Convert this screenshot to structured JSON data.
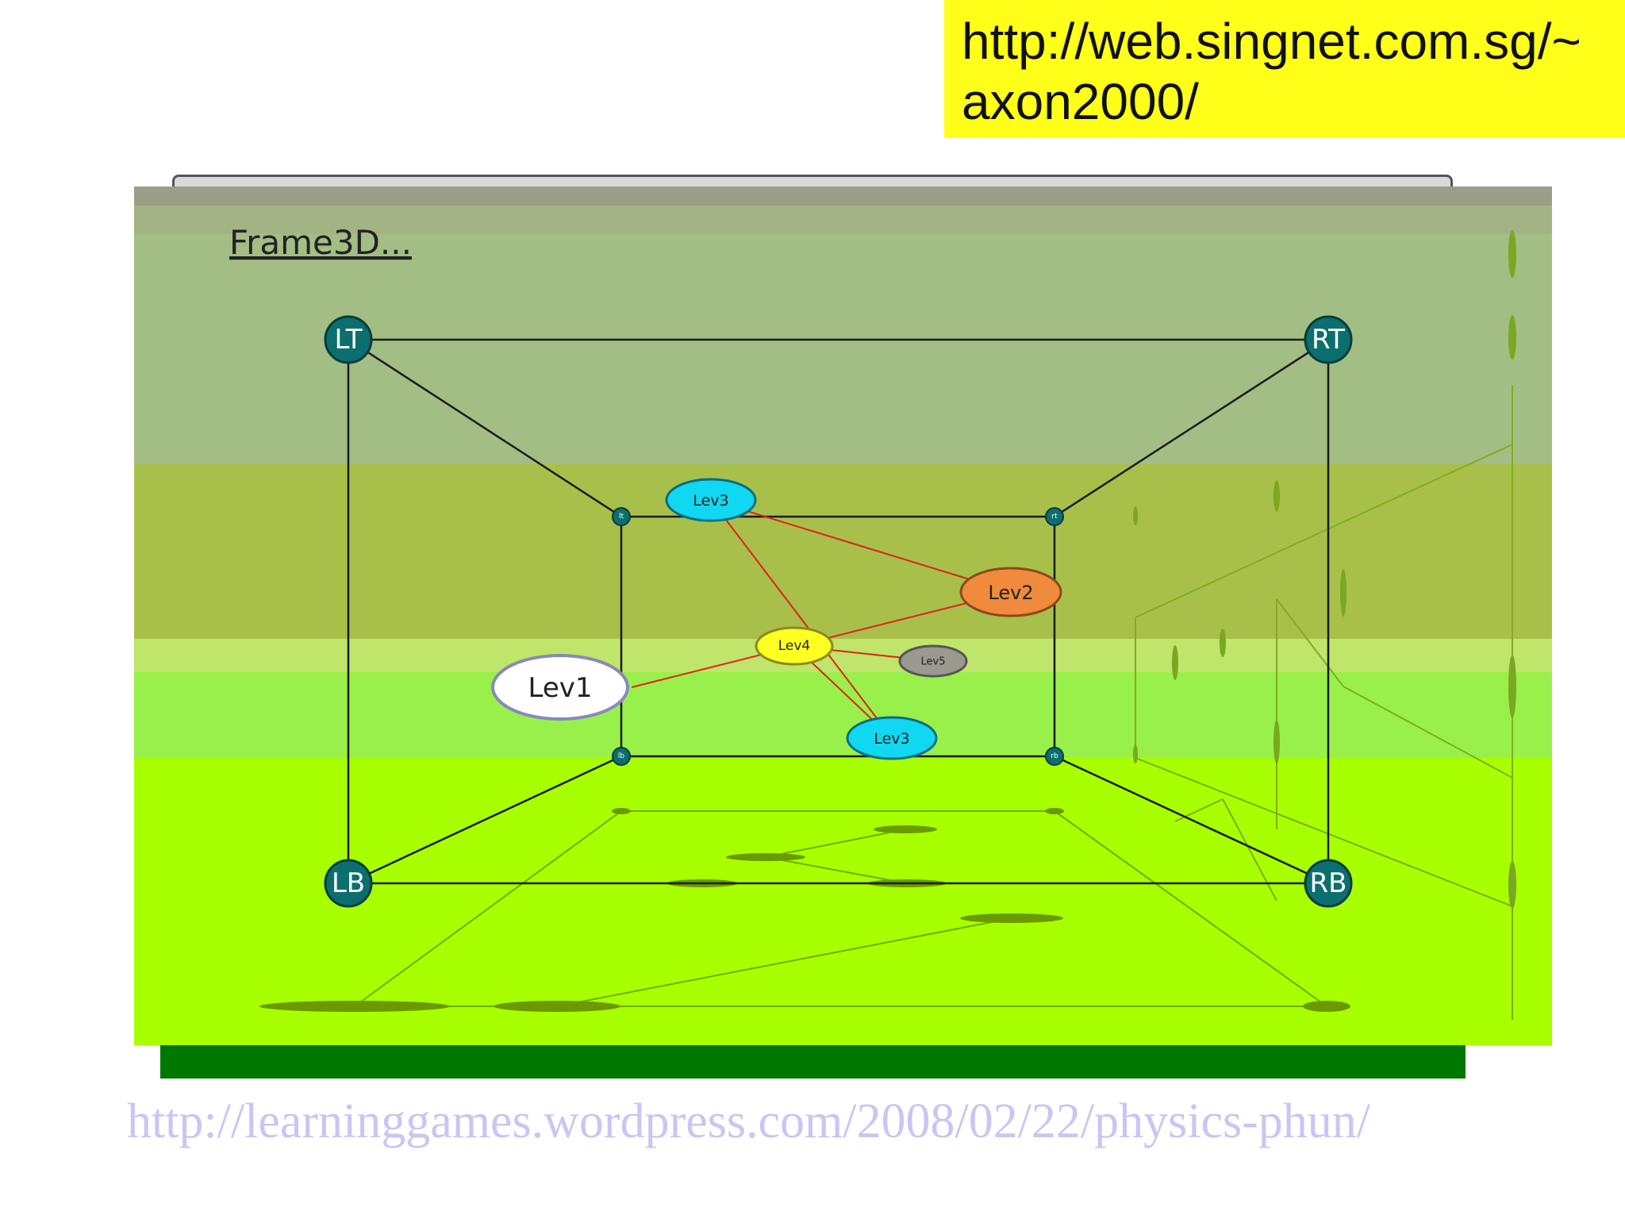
{
  "top_url": {
    "line1": "http://web.singnet.com.sg/~",
    "line2": "axon2000/",
    "background": "#ffff1a"
  },
  "frame_title": "Frame3D...",
  "corners": {
    "lt": "LT",
    "rt": "RT",
    "lb": "LB",
    "rb": "RB",
    "inner_lt": "lt",
    "inner_rt": "rt",
    "inner_lb": "lb",
    "inner_rb": "rb",
    "color": "#0b6f6f"
  },
  "nodes": {
    "lev1": {
      "label": "Lev1",
      "color": "#ffffff"
    },
    "lev2": {
      "label": "Lev2",
      "color": "#f08a3c"
    },
    "lev3_top": {
      "label": "Lev3",
      "color": "#10d8f0"
    },
    "lev3_bottom": {
      "label": "Lev3",
      "color": "#10d8f0"
    },
    "lev4": {
      "label": "Lev4",
      "color": "#ffff22"
    },
    "lev5": {
      "label": "Lev5",
      "color": "#9a9a90"
    }
  },
  "link_color": "#e0201a",
  "footer_url": "http://learninggames.wordpress.com/2008/02/22/physics-phun/"
}
